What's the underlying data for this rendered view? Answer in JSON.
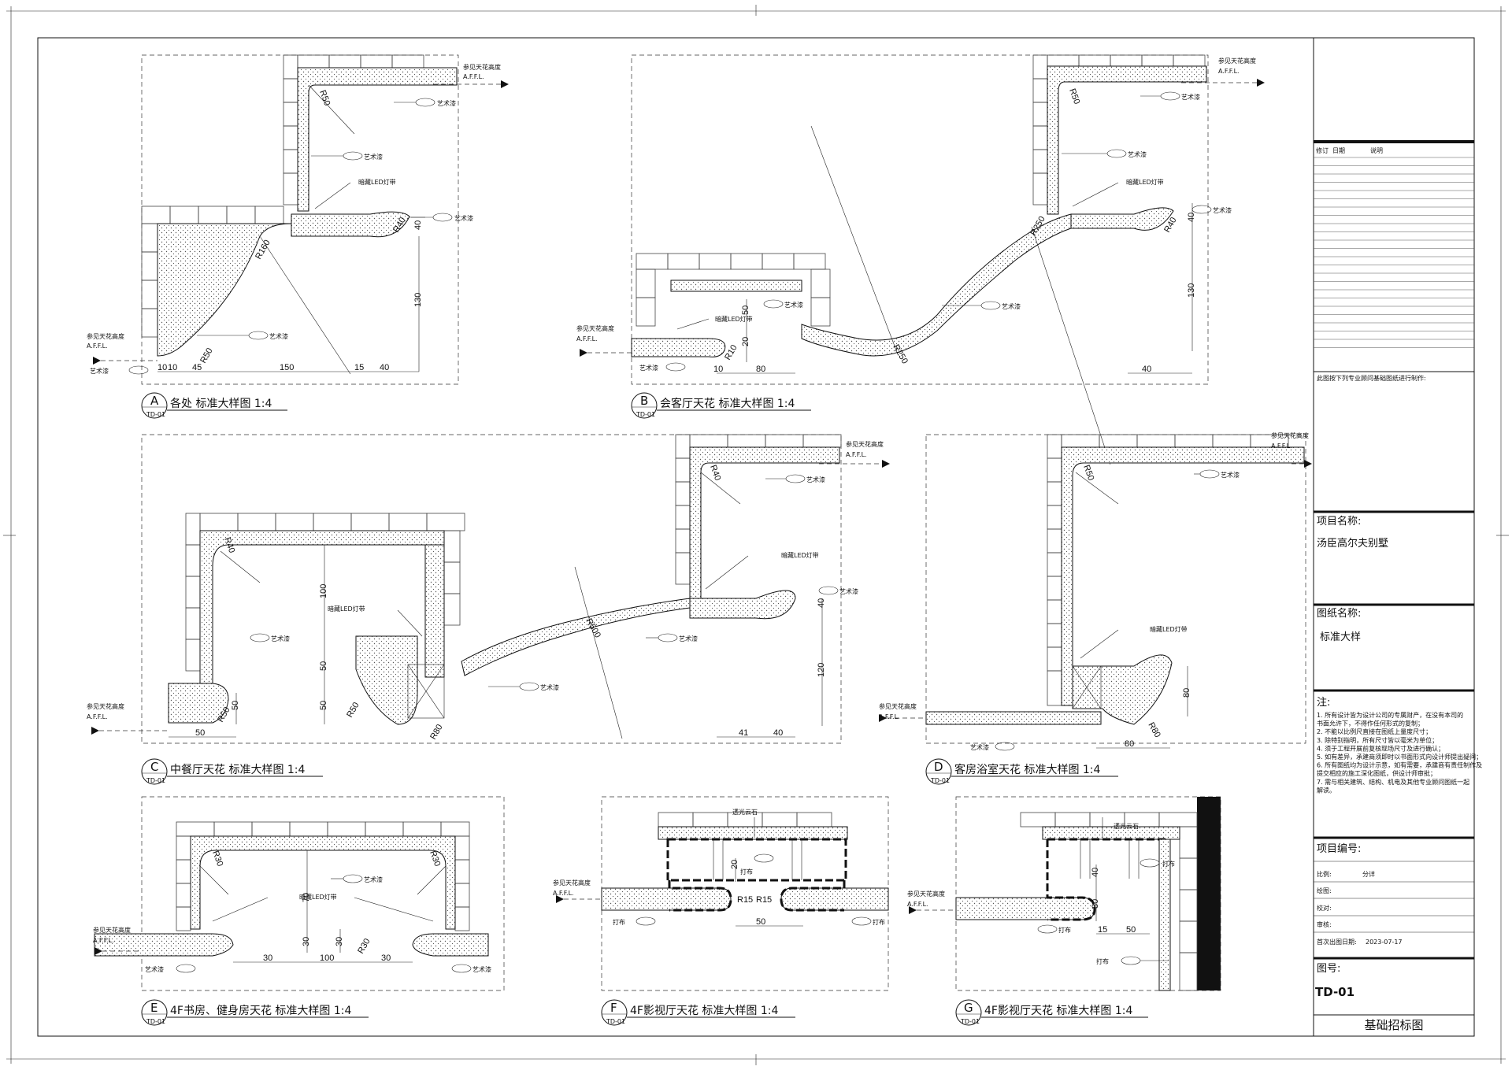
{
  "panels": [
    {
      "id": "A",
      "ref": "TD-01",
      "title": "各处  标准大样图 1:4"
    },
    {
      "id": "B",
      "ref": "TD-01",
      "title": "会客厅天花  标准大样图 1:4"
    },
    {
      "id": "C",
      "ref": "TD-01",
      "title": "中餐厅天花  标准大样图 1:4"
    },
    {
      "id": "D",
      "ref": "TD-01",
      "title": "客房浴室天花  标准大样图 1:4"
    },
    {
      "id": "E",
      "ref": "TD-01",
      "title": "4F书房、健身房天花  标准大样图 1:4"
    },
    {
      "id": "F",
      "ref": "TD-01",
      "title": "4F影视厅天花  标准大样图 1:4"
    },
    {
      "id": "G",
      "ref": "TD-01",
      "title": "4F影视厅天花  标准大样图 1:4"
    }
  ],
  "labels": {
    "ceiling_ref": "参见天花高度",
    "afl": "A.F.F.L.",
    "art_paint": "艺术漆",
    "led": "暗藏LED灯带",
    "onyx": "透光云石",
    "fabric": "打布"
  },
  "dims": {
    "A": [
      "R50",
      "R40",
      "R160",
      "40",
      "130",
      "R50",
      "10",
      "10",
      "45",
      "150",
      "15",
      "40"
    ],
    "B": [
      "R50",
      "R40",
      "R250",
      "R250",
      "40",
      "130",
      "40",
      "50",
      "20",
      "R10",
      "10",
      "80"
    ],
    "C": [
      "R40",
      "R40",
      "R500",
      "100",
      "50",
      "50",
      "R50",
      "R80",
      "50",
      "R50",
      "40",
      "120",
      "41",
      "40",
      "50"
    ],
    "D": [
      "R50",
      "R80",
      "80",
      "80"
    ],
    "E": [
      "R30",
      "R30",
      "70",
      "30",
      "30",
      "R30",
      "30",
      "100",
      "30"
    ],
    "F": [
      "20",
      "R15",
      "R15",
      "50"
    ],
    "G": [
      "40",
      "30",
      "15",
      "50"
    ]
  },
  "titleblock": {
    "rev_header": [
      "修订",
      "日期",
      "说明"
    ],
    "remark": "此图按下列专业顾问基础图纸进行制作:",
    "project_label": "项目名称:",
    "project_name": "汤臣高尔夫别墅",
    "drawing_label": "图纸名称:",
    "drawing_name": "标准大样",
    "notes_label": "注:",
    "notes": [
      "1. 所有设计皆为设计公司的专属财产，在没有本司的",
      "    书面允许下，不得作任何形式的复制；",
      "2. 不能以比例尺直接在图纸上量度尺寸；",
      "3. 除特别指明，所有尺寸皆以毫米为单位；",
      "4. 须于工程开展前复核现场尺寸及进行确认；",
      "5. 如有差异，承建商须即时以书面形式向设计师提出疑问；",
      "6. 所有图纸均为设计示意，如有需要，承建商有责任制作及",
      "    提交相应的施工深化图纸，供设计师审批；",
      "7. 需与相关建筑、结构、机电及其他专业顾问图纸一起",
      "    解读。"
    ],
    "project_no_label": "项目编号:",
    "scale_label": "比例:",
    "scale_value": "分详",
    "drawn_label": "绘图:",
    "checked_label": "校对:",
    "approved_label": "审核:",
    "date_label": "首次出图日期:",
    "date_value": "2023-07-17",
    "drawing_no_label": "图号:",
    "drawing_no": "TD-01",
    "stage": "基础招标图"
  }
}
